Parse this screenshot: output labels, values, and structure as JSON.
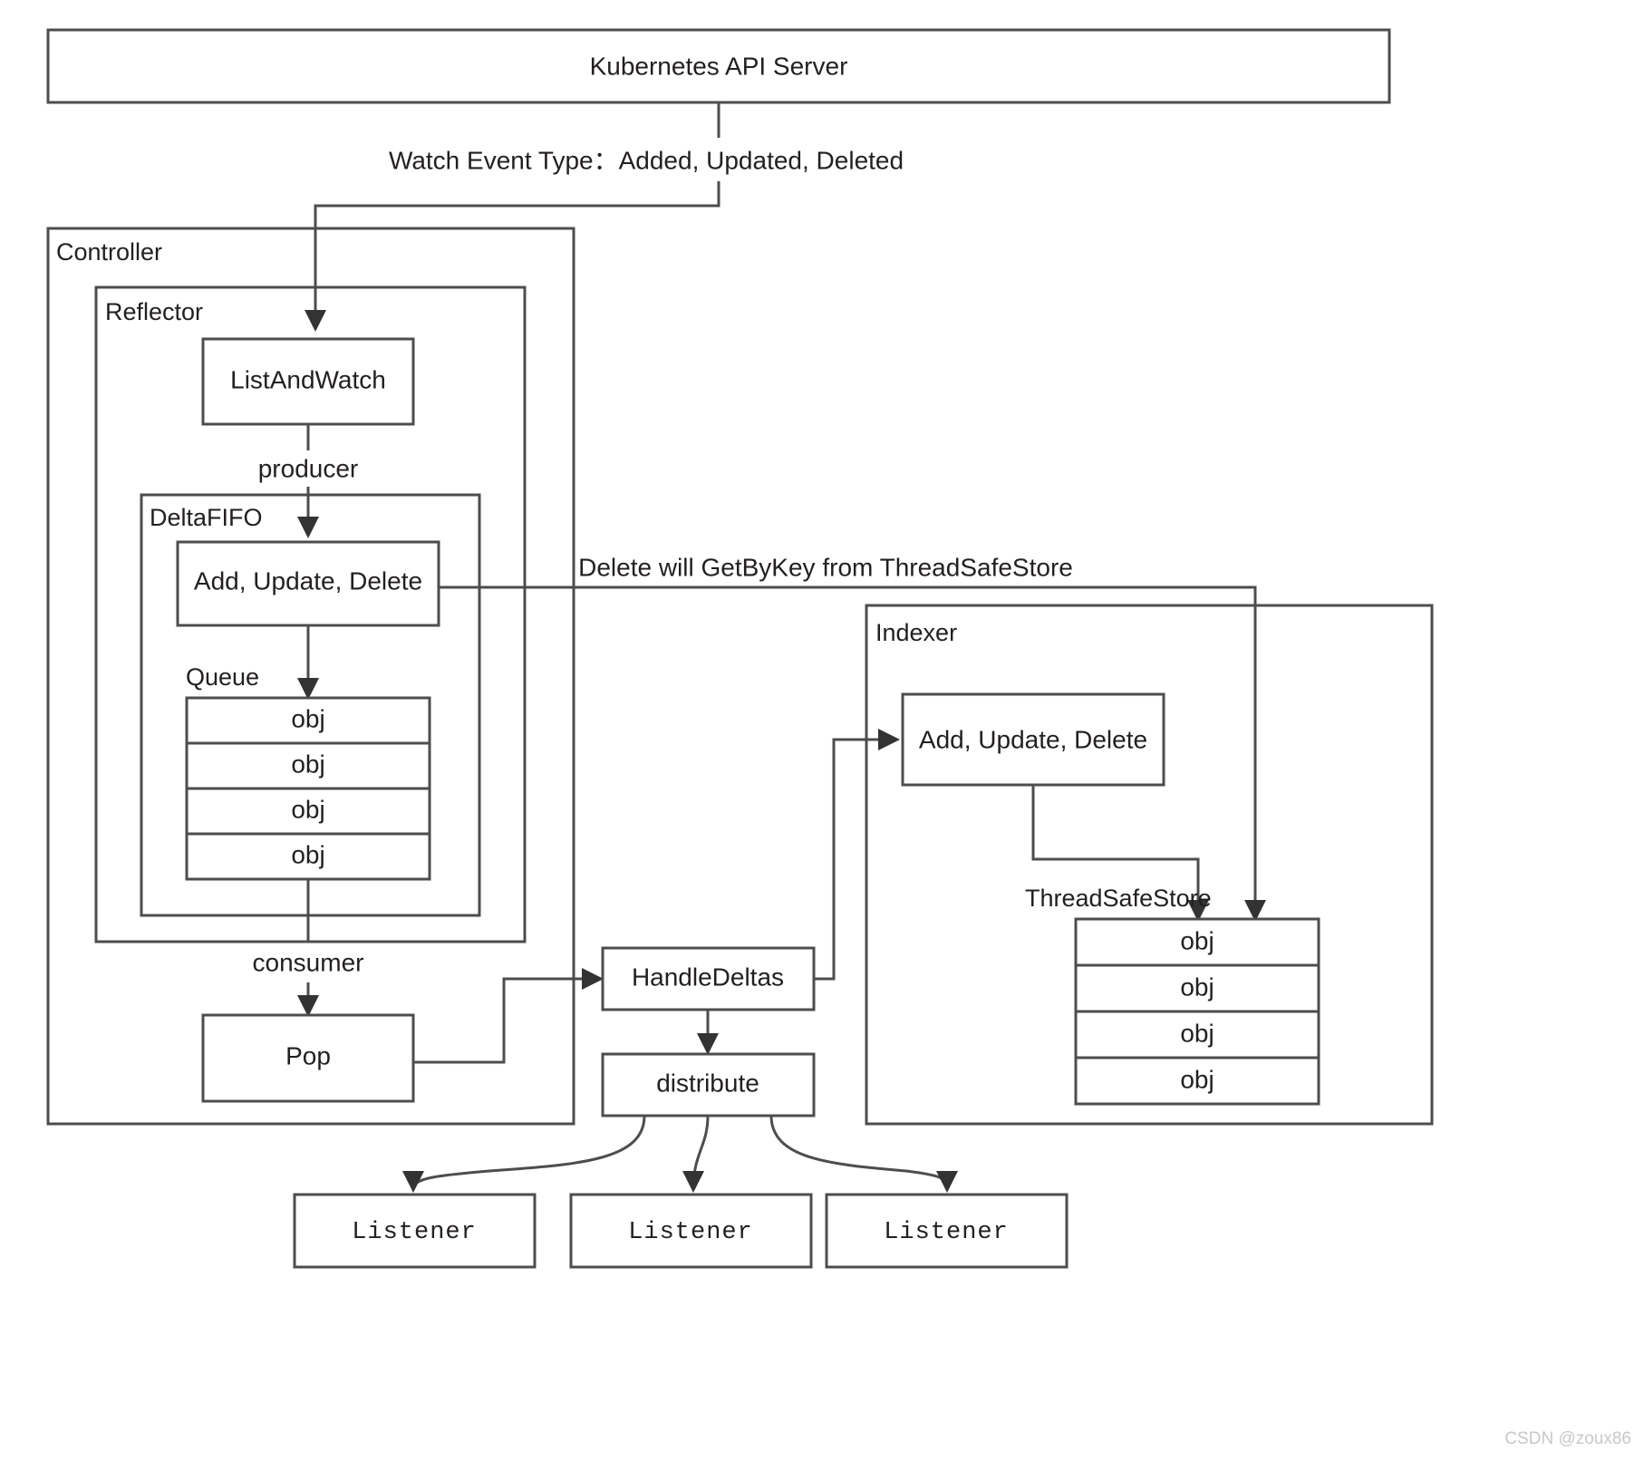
{
  "diagram": {
    "title": "Kubernetes client-go Informer Flow",
    "watermark": "CSDN @zoux86",
    "colors": {
      "stroke": "#4d4d4d",
      "text": "#231f20",
      "background": "#ffffff",
      "watermark": "#c8c8c8"
    }
  },
  "nodes": {
    "api_server": {
      "label": "Kubernetes API Server"
    },
    "controller_group": {
      "label": "Controller"
    },
    "reflector_group": {
      "label": "Reflector"
    },
    "deltafifo_group": {
      "label": "DeltaFIFO"
    },
    "indexer_group": {
      "label": "Indexer"
    },
    "list_and_watch": {
      "label": "ListAndWatch"
    },
    "fifo_ops": {
      "label": "Add,  Update,  Delete"
    },
    "queue_label": {
      "label": "Queue"
    },
    "queue_items": [
      {
        "label": "obj"
      },
      {
        "label": "obj"
      },
      {
        "label": "obj"
      },
      {
        "label": "obj"
      }
    ],
    "pop": {
      "label": "Pop"
    },
    "handle_deltas": {
      "label": "HandleDeltas"
    },
    "distribute": {
      "label": "distribute"
    },
    "indexer_ops": {
      "label": "Add,  Update,  Delete"
    },
    "threadsafestore_label": {
      "label": "ThreadSafeStore"
    },
    "store_items": [
      {
        "label": "obj"
      },
      {
        "label": "obj"
      },
      {
        "label": "obj"
      },
      {
        "label": "obj"
      }
    ],
    "listeners": [
      {
        "label": "Listener"
      },
      {
        "label": "Listener"
      },
      {
        "label": "Listener"
      }
    ]
  },
  "edges": {
    "watch_event": {
      "label": "Watch Event Type：Added,  Updated,  Deleted"
    },
    "producer": {
      "label": "producer"
    },
    "consumer": {
      "label": "consumer"
    },
    "delete_getbykey": {
      "label": "Delete will GetByKey from ThreadSafeStore"
    }
  }
}
